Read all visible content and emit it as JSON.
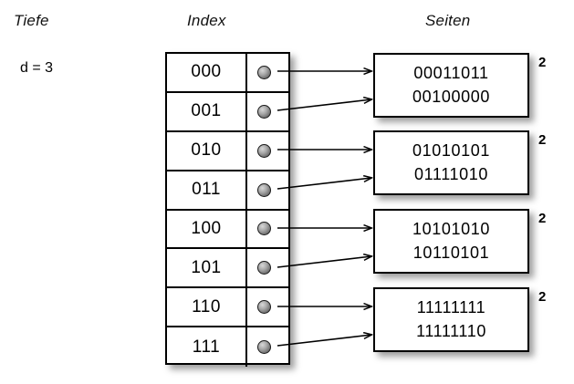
{
  "headers": {
    "depth": "Tiefe",
    "index": "Index",
    "pages": "Seiten"
  },
  "global_depth": {
    "label": "d = 3"
  },
  "index_table": {
    "rows": [
      {
        "key": "000",
        "pointer": "pointer-dot",
        "target": 0
      },
      {
        "key": "001",
        "pointer": "pointer-dot",
        "target": 0
      },
      {
        "key": "010",
        "pointer": "pointer-dot",
        "target": 1
      },
      {
        "key": "011",
        "pointer": "pointer-dot",
        "target": 1
      },
      {
        "key": "100",
        "pointer": "pointer-dot",
        "target": 2
      },
      {
        "key": "101",
        "pointer": "pointer-dot",
        "target": 2
      },
      {
        "key": "110",
        "pointer": "pointer-dot",
        "target": 3
      },
      {
        "key": "111",
        "pointer": "pointer-dot",
        "target": 3
      }
    ]
  },
  "pages": [
    {
      "lines": [
        "00011011",
        "00100000"
      ],
      "local_depth": "2"
    },
    {
      "lines": [
        "01010101",
        "01111010"
      ],
      "local_depth": "2"
    },
    {
      "lines": [
        "10101010",
        "10110101"
      ],
      "local_depth": "2"
    },
    {
      "lines": [
        "11111111",
        "11111110"
      ],
      "local_depth": "2"
    }
  ],
  "colors": {
    "background": "#ffffff",
    "stroke": "#000000",
    "dot": "#8a8a8a",
    "shadow": "rgba(0,0,0,0.38)"
  }
}
